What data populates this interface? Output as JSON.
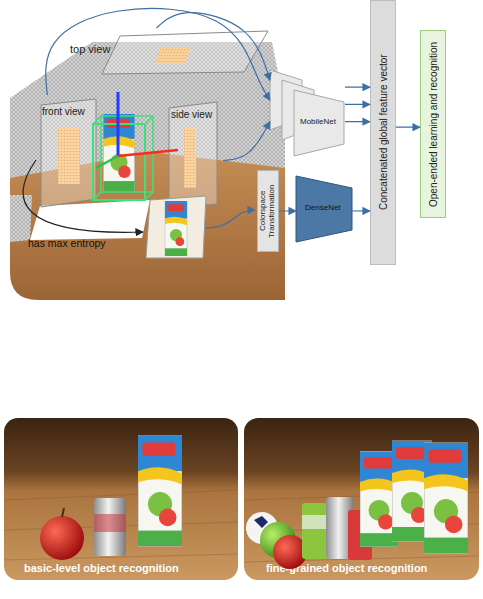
{
  "diagram": {
    "nodes": [
      {
        "text": [
          "top view"
        ]
      },
      {
        "text": [
          "front view"
        ]
      },
      {
        "text": [
          "side view"
        ]
      },
      {
        "text": [
          "MobileNet"
        ]
      },
      {
        "text": [
          "Colorspace Transformation"
        ]
      },
      {
        "text": [
          "DenseNet"
        ]
      },
      {
        "text": [
          "Concatenated global feature vector"
        ]
      },
      {
        "text": [
          "Open-ended learning and recognition"
        ]
      },
      {
        "text": [
          "basic-level object recognition"
        ]
      },
      {
        "text": [
          "fine-grained object recognition"
        ]
      }
    ],
    "edges": [
      {
        "from": 0,
        "to": 3,
        "arrow": "to"
      },
      {
        "from": 1,
        "to": 3,
        "arrow": "to"
      },
      {
        "from": 2,
        "to": 3,
        "arrow": "to"
      },
      {
        "from": 3,
        "to": 6,
        "arrow": "to"
      },
      {
        "from": 3,
        "to": 6,
        "arrow": "to"
      },
      {
        "from": 3,
        "to": 6,
        "arrow": "to"
      },
      {
        "from": 4,
        "to": 5,
        "arrow": "to"
      },
      {
        "from": 5,
        "to": 6,
        "arrow": "to"
      },
      {
        "from": 6,
        "to": 7,
        "arrow": "to"
      }
    ],
    "labels": [
      "has max entropy"
    ]
  }
}
